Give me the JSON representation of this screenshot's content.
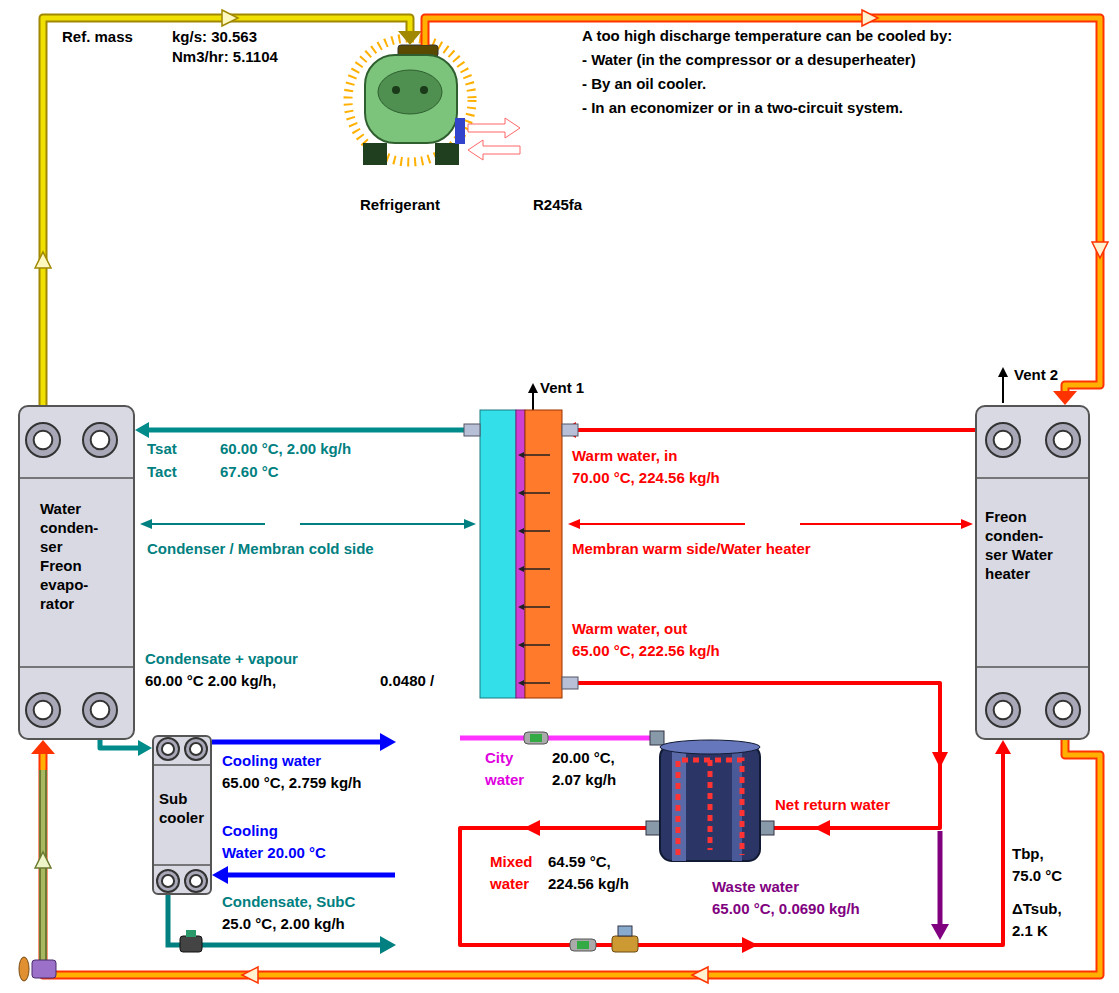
{
  "diagram": {
    "nodes": [
      {
        "text": [
          "Refrigerant",
          "R245fa"
        ]
      },
      {
        "text": [
          "Water conden- ser Freon evapo- rator"
        ]
      },
      {
        "text": [
          "Vent 1"
        ]
      },
      {
        "text": [
          "Freon conden- ser Water heater",
          "Vent 2"
        ]
      },
      {
        "text": [
          "Sub cooler"
        ]
      }
    ],
    "edges": [
      {
        "from": 1,
        "to": 0,
        "arrow": "to"
      },
      {
        "from": 0,
        "to": 3,
        "arrow": "to"
      },
      {
        "from": 3,
        "to": 1,
        "arrow": "to"
      },
      {
        "from": 3,
        "to": 2,
        "arrow": "to"
      },
      {
        "from": 2,
        "to": 1,
        "arrow": "to"
      },
      {
        "from": 1,
        "to": 4,
        "arrow": "to"
      },
      {
        "from": 2,
        "to": 3,
        "arrow": "to"
      }
    ],
    "labels": [
      "Ref. mass",
      "kg/s: 30.563",
      "Nm3/hr: 5.1104",
      "A too high discharge temperature can be cooled by:",
      "- Water (in the compressor or a desuperheater)",
      "- By an oil cooler.",
      "- In an economizer or in a two-circuit system.",
      "Tsat",
      "60.00 °C, 2.00 kg/h",
      "Tact",
      "67.60 °C",
      "Condenser / Membran cold side",
      "Warm water, in",
      "70.00 °C, 224.56 kg/h",
      "Membran warm side/Water heater",
      "Warm water, out",
      "65.00 °C, 222.56 kg/h",
      "Condensate + vapour",
      "60.00 °C 2.00 kg/h,",
      "0.0480 /",
      "Cooling water",
      "65.00 °C, 2.759 kg/h",
      "Cooling",
      "Water 20.00 °C",
      "City",
      "water",
      "20.00 °C,",
      "2.07 kg/h",
      "Net return water",
      "Mixed",
      "water",
      "64.59 °C,",
      "224.56 kg/h",
      "Waste water",
      "65.00 °C, 0.0690 kg/h",
      "Condensate, SubC",
      "25.0 °C, 2.00 kg/h",
      "Tbp,",
      "75.0 °C",
      "ΔTsub,",
      "2.1 K"
    ]
  }
}
